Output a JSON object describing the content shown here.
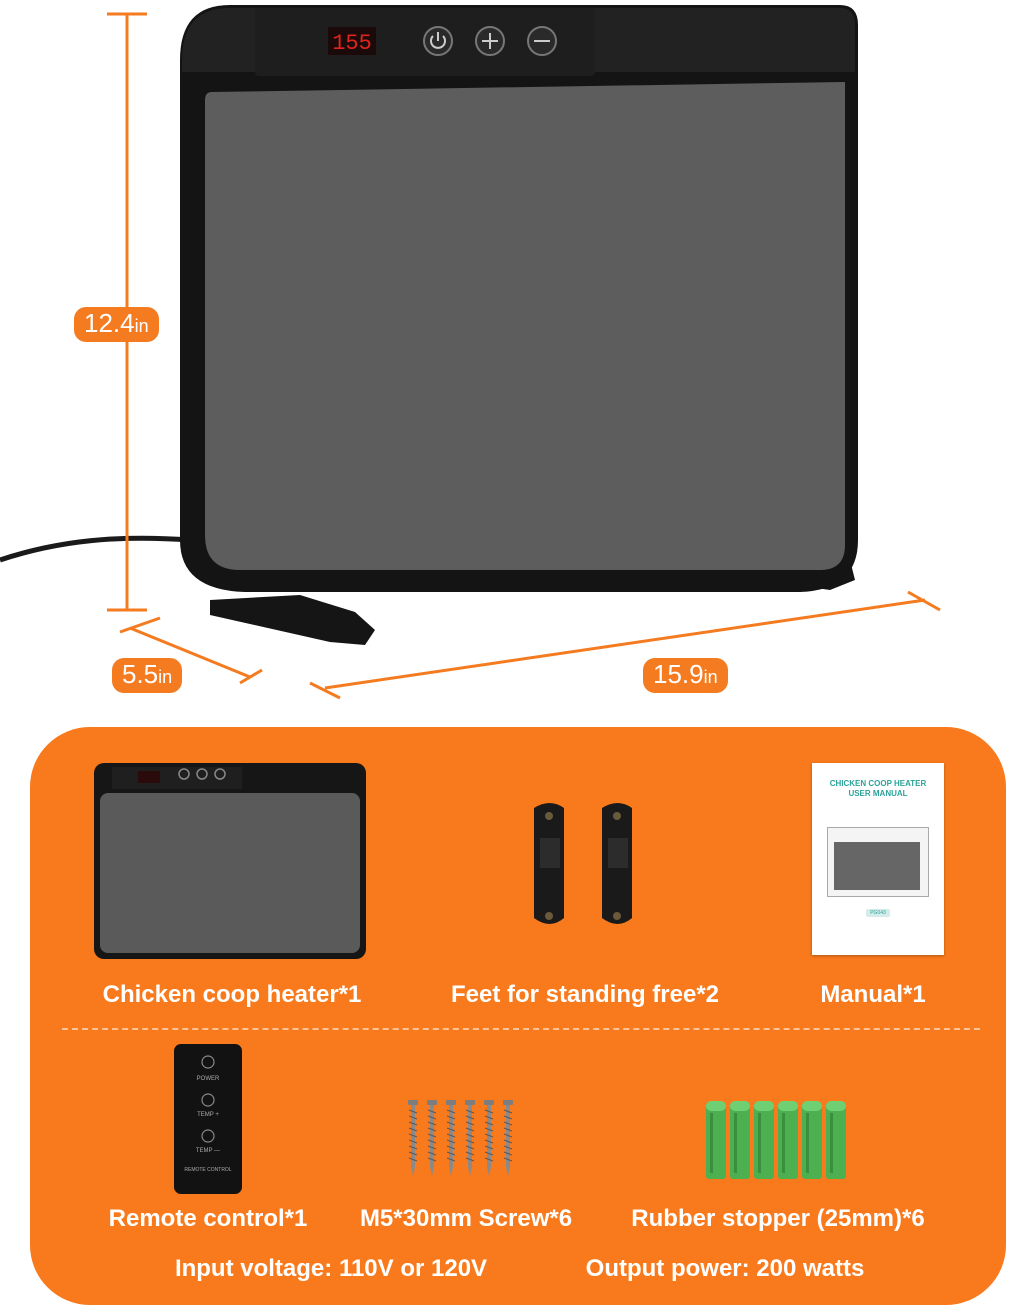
{
  "display": {
    "readout": "155"
  },
  "dimensions": {
    "height": {
      "value": "12.4",
      "unit": "in"
    },
    "depth": {
      "value": "5.5",
      "unit": "in"
    },
    "width": {
      "value": "15.9",
      "unit": "in"
    }
  },
  "package": {
    "items": [
      {
        "label": "Chicken coop heater*1"
      },
      {
        "label": "Feet for standing free*2"
      },
      {
        "label": "Manual*1"
      },
      {
        "label": "Remote control*1"
      },
      {
        "label": "M5*30mm Screw*6"
      },
      {
        "label": "Rubber stopper (25mm)*6"
      }
    ],
    "manual_title_line1": "CHICKEN COOP HEATER",
    "manual_title_line2": "USER MANUAL",
    "manual_model": "PG043",
    "remote_labels": {
      "power": "POWER",
      "temp_up": "TEMP +",
      "temp_down": "TEMP —",
      "footer": "REMOTE CONTROL"
    }
  },
  "specs": {
    "input_voltage": "Input voltage: 110V or 120V",
    "output_power": "Output power: 200 watts"
  },
  "colors": {
    "accent": "#f47b20",
    "panel": "#f97a1c",
    "led": "#e0231c",
    "stopper": "#4caf50"
  }
}
